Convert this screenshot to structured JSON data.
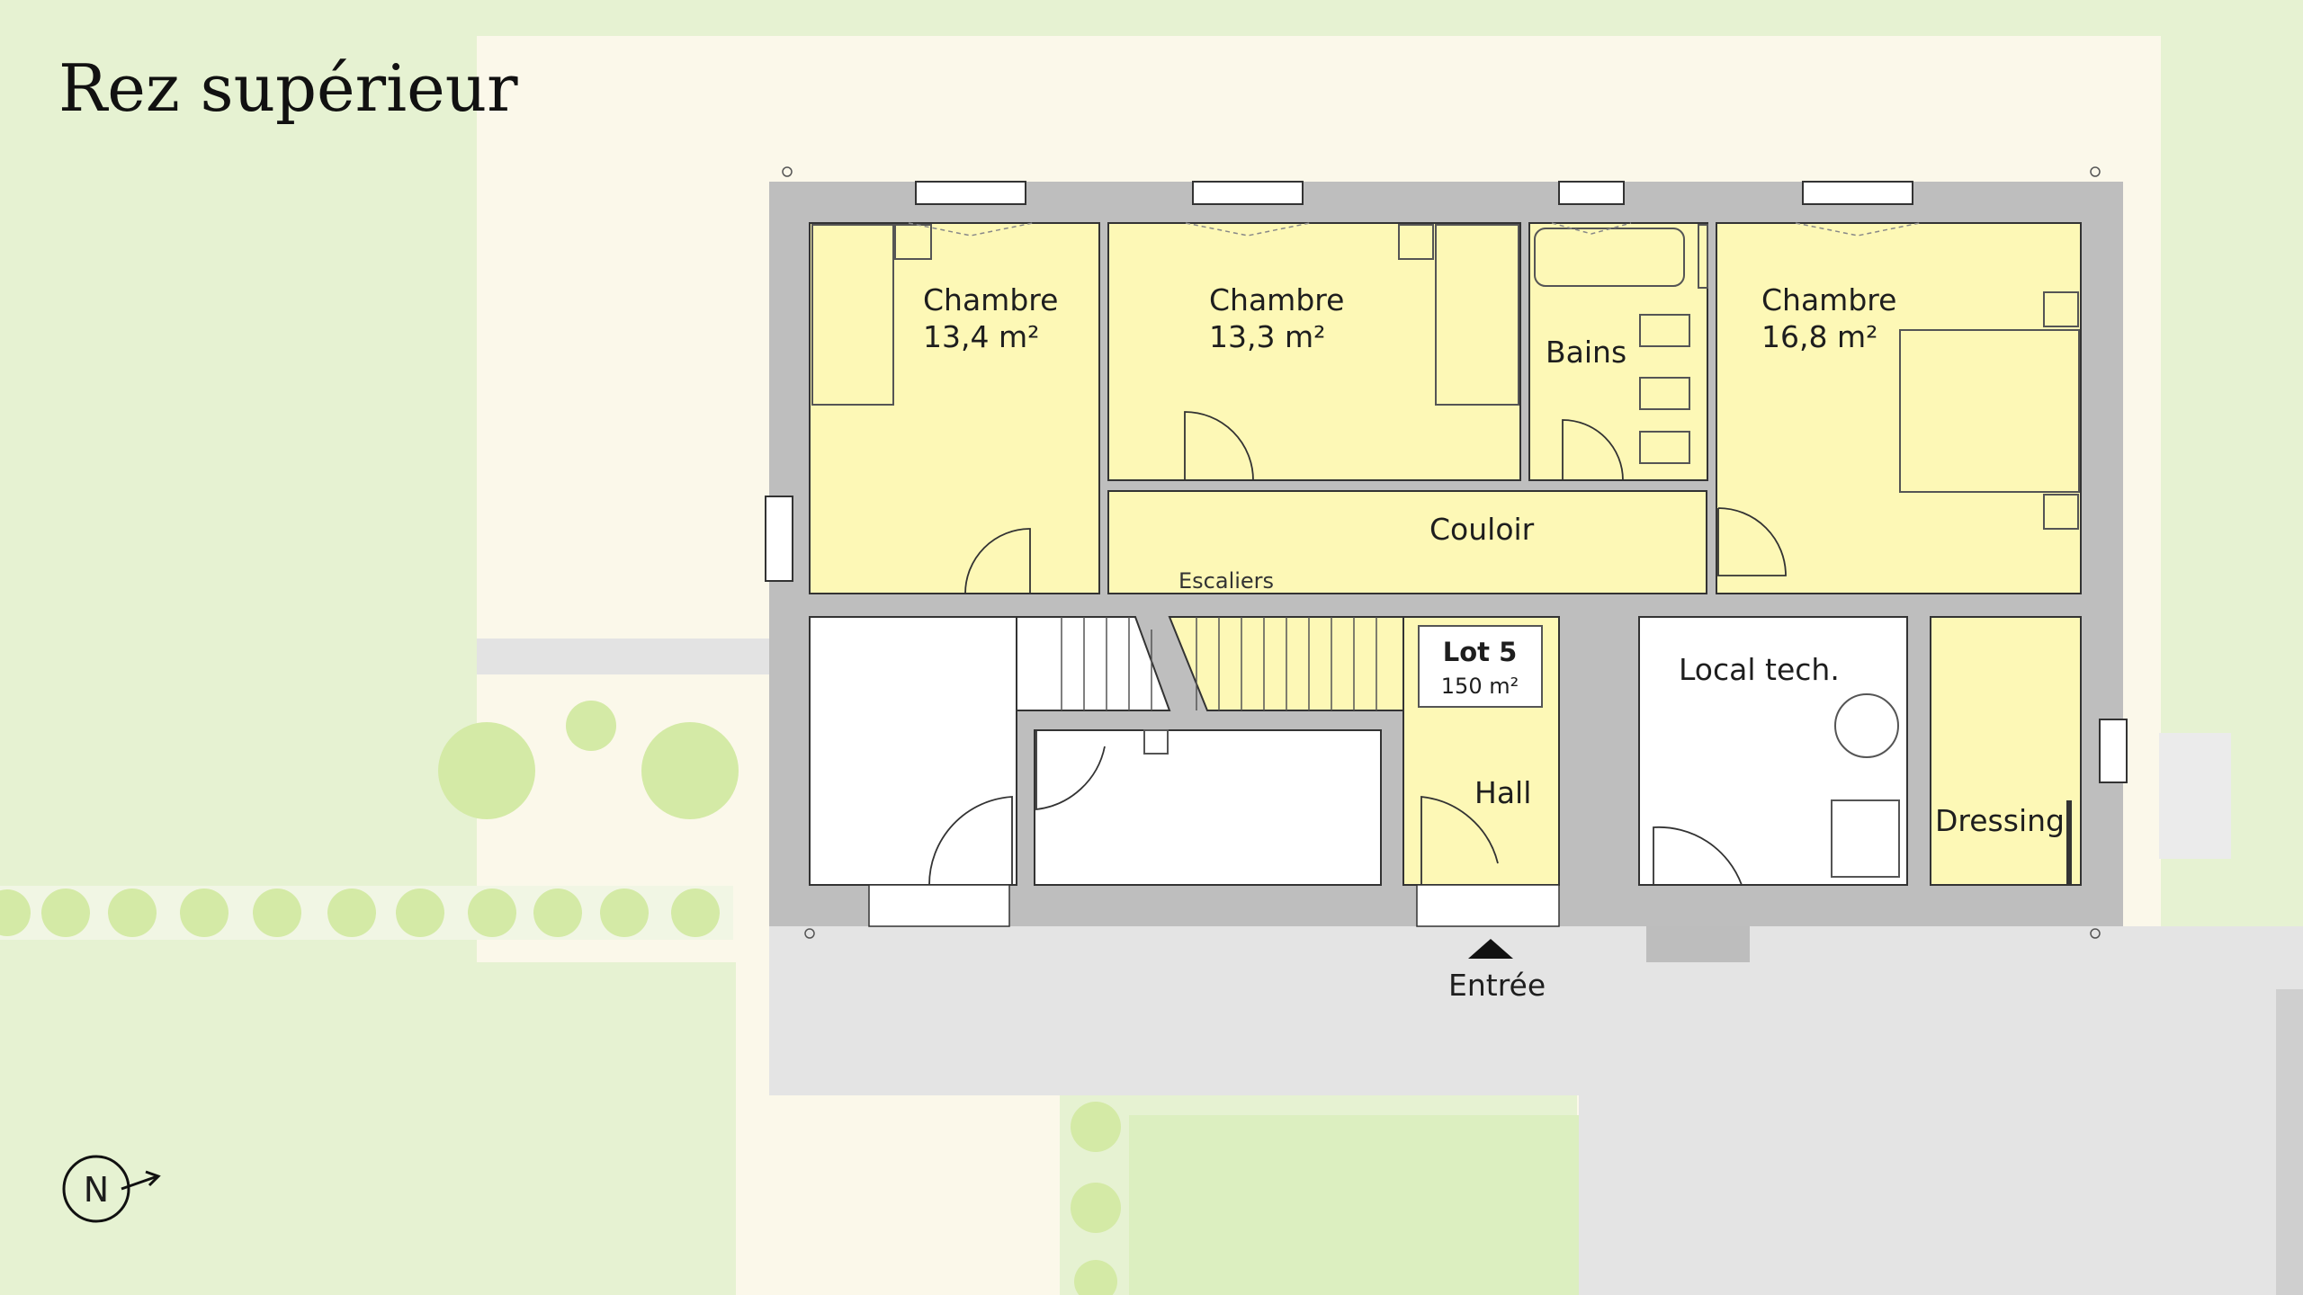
{
  "title": "Rez supérieur",
  "lot": {
    "name": "Lot 5",
    "area": "150 m²"
  },
  "rooms": {
    "chambre1": {
      "name": "Chambre",
      "area": "13,4 m²"
    },
    "chambre2": {
      "name": "Chambre",
      "area": "13,3 m²"
    },
    "chambre3": {
      "name": "Chambre",
      "area": "16,8 m²"
    },
    "bains": "Bains",
    "couloir": "Couloir",
    "escaliers": "Escaliers",
    "hall": "Hall",
    "local_tech": "Local tech.",
    "dressing": "Dressing"
  },
  "entrance": "Entrée",
  "compass": {
    "letter": "N",
    "icon": "north-arrow-icon"
  },
  "colors": {
    "lawn": "#e6f2d2",
    "terrace": "#fbf8ea",
    "paving": "#e2e2e2",
    "wall": "#bebebe",
    "room_fill": "#fdf8b6",
    "tree": "#d4eaa6"
  }
}
